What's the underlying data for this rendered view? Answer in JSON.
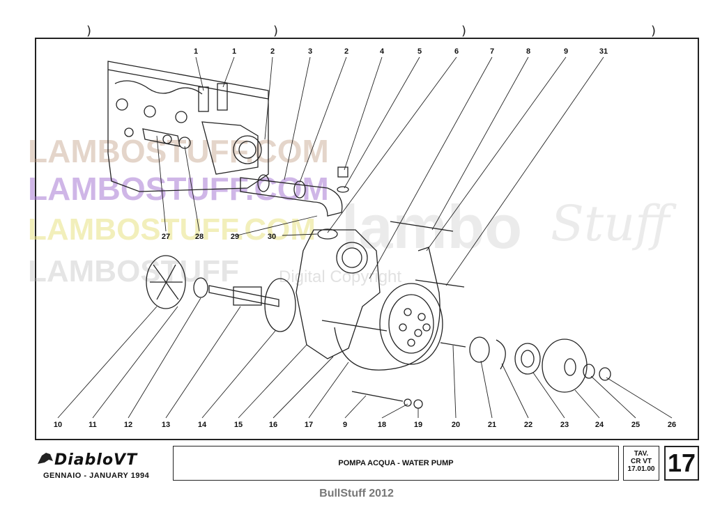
{
  "callouts_top": [
    "1",
    "1",
    "2",
    "3",
    "2",
    "4",
    "5",
    "6",
    "7",
    "8",
    "9",
    "31"
  ],
  "callouts_left": [
    "27",
    "28",
    "29",
    "30"
  ],
  "callouts_bottom": [
    "10",
    "11",
    "12",
    "13",
    "14",
    "15",
    "16",
    "17",
    "9",
    "18",
    "19",
    "20",
    "21",
    "22",
    "23",
    "24",
    "25",
    "26"
  ],
  "watermarks": {
    "line1": "LAMBOSTUFF.COM",
    "line2": "LAMBOSTUFF.COM",
    "line3": "LAMBOSTUFF.COM",
    "line4": "LAMBOSTUFF",
    "brand_a": "lambo",
    "brand_b": "Stuff",
    "tagline": "Digital Copyright"
  },
  "title_block": {
    "logo": "DiabloVT",
    "date": "GENNAIO - JANUARY 1994",
    "title": "POMPA ACQUA - WATER PUMP",
    "tav_label": "TAV.",
    "tav_code": "CR VT",
    "tav_date": "17.01.00",
    "page_number": "17"
  },
  "footer": "BullStuff 2012",
  "colors": {
    "line": "#222222",
    "watermark_brown": "#b58a6a",
    "watermark_purple": "#a070d0",
    "watermark_yellow": "#e6e07a",
    "footer": "#777777"
  }
}
